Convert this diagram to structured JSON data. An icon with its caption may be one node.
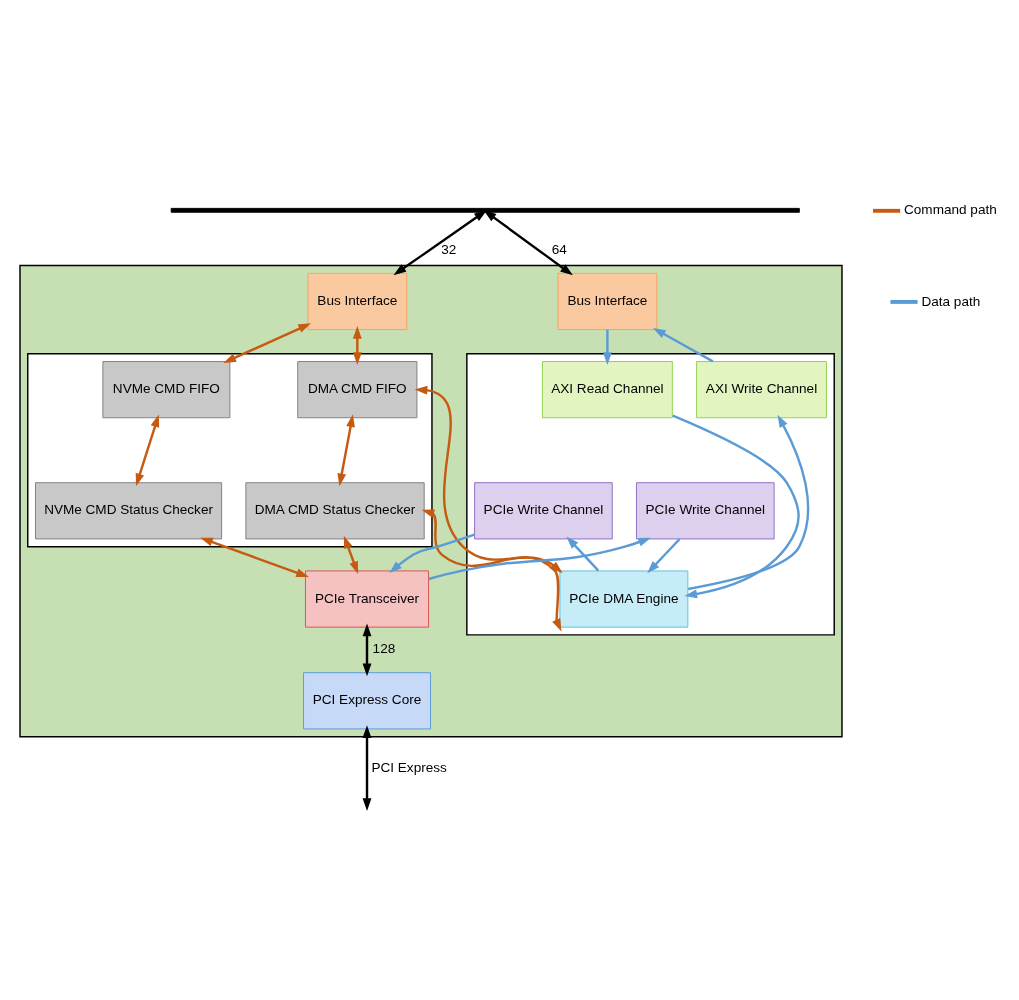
{
  "diagram": {
    "nodes": [
      {
        "text": [],
        "shape": "bar"
      },
      {
        "text": [],
        "shape": "box"
      },
      {
        "text": [
          "Bus Interface"
        ],
        "in": 1
      },
      {
        "text": [
          "Bus Interface"
        ],
        "in": 1
      },
      {
        "text": [],
        "shape": "box",
        "in": 1
      },
      {
        "text": [
          "NVMe CMD FIFO"
        ],
        "in": 4
      },
      {
        "text": [
          "DMA CMD FIFO"
        ],
        "in": 4
      },
      {
        "text": [
          "NVMe CMD Status Checker"
        ],
        "in": 4
      },
      {
        "text": [
          "DMA CMD Status Checker"
        ],
        "in": 4
      },
      {
        "text": [],
        "shape": "box",
        "in": 1
      },
      {
        "text": [
          "AXI Read Channel"
        ],
        "in": 9
      },
      {
        "text": [
          "AXI Write Channel"
        ],
        "in": 9
      },
      {
        "text": [
          "PCIe DMA Engine"
        ],
        "in": 9
      },
      {
        "text": [
          "PCIe Write Channel"
        ],
        "in": 9
      },
      {
        "text": [
          "PCIe Write Channel"
        ],
        "in": 9
      },
      {
        "text": [
          "PCIe Transceiver"
        ],
        "in": 1
      },
      {
        "text": [
          "PCI Express Core"
        ],
        "in": 1
      }
    ],
    "edges": [
      {
        "from": 0,
        "to": 2,
        "arrow": "both",
        "label": "32",
        "color": "#000000"
      },
      {
        "from": 0,
        "to": 3,
        "arrow": "both",
        "label": "64",
        "color": "#000000"
      },
      {
        "from": 2,
        "to": 5,
        "arrow": "both",
        "color": "#c55a11"
      },
      {
        "from": 2,
        "to": 6,
        "arrow": "both",
        "color": "#c55a11"
      },
      {
        "from": 5,
        "to": 7,
        "arrow": "both",
        "color": "#c55a11"
      },
      {
        "from": 6,
        "to": 8,
        "arrow": "both",
        "color": "#c55a11"
      },
      {
        "from": 6,
        "to": 12,
        "arrow": "both",
        "color": "#c55a11"
      },
      {
        "from": 8,
        "to": 12,
        "arrow": "both",
        "color": "#c55a11"
      },
      {
        "from": 7,
        "to": 15,
        "arrow": "both",
        "color": "#c55a11"
      },
      {
        "from": 8,
        "to": 15,
        "arrow": "both",
        "color": "#c55a11"
      },
      {
        "from": 3,
        "to": 10,
        "arrow": "to",
        "color": "#5b9bd5"
      },
      {
        "from": 11,
        "to": 3,
        "arrow": "to",
        "color": "#5b9bd5"
      },
      {
        "from": 10,
        "to": 12,
        "arrow": "to",
        "color": "#5b9bd5"
      },
      {
        "from": 12,
        "to": 11,
        "arrow": "to",
        "color": "#5b9bd5"
      },
      {
        "from": 12,
        "to": 13,
        "arrow": "to",
        "color": "#5b9bd5"
      },
      {
        "from": 14,
        "to": 12,
        "arrow": "to",
        "color": "#5b9bd5"
      },
      {
        "from": 13,
        "to": 15,
        "arrow": "to",
        "color": "#5b9bd5"
      },
      {
        "from": 15,
        "to": 14,
        "arrow": "to",
        "color": "#5b9bd5"
      },
      {
        "from": 15,
        "to": 16,
        "arrow": "both",
        "label": "128",
        "color": "#000000"
      },
      {
        "from": 16,
        "to": null,
        "arrow": "both",
        "label": "PCI Express",
        "color": "#000000"
      }
    ],
    "legend": [
      {
        "text": "Command path",
        "color": "#c55a11"
      },
      {
        "text": "Data path",
        "color": "#5b9bd5"
      }
    ]
  }
}
